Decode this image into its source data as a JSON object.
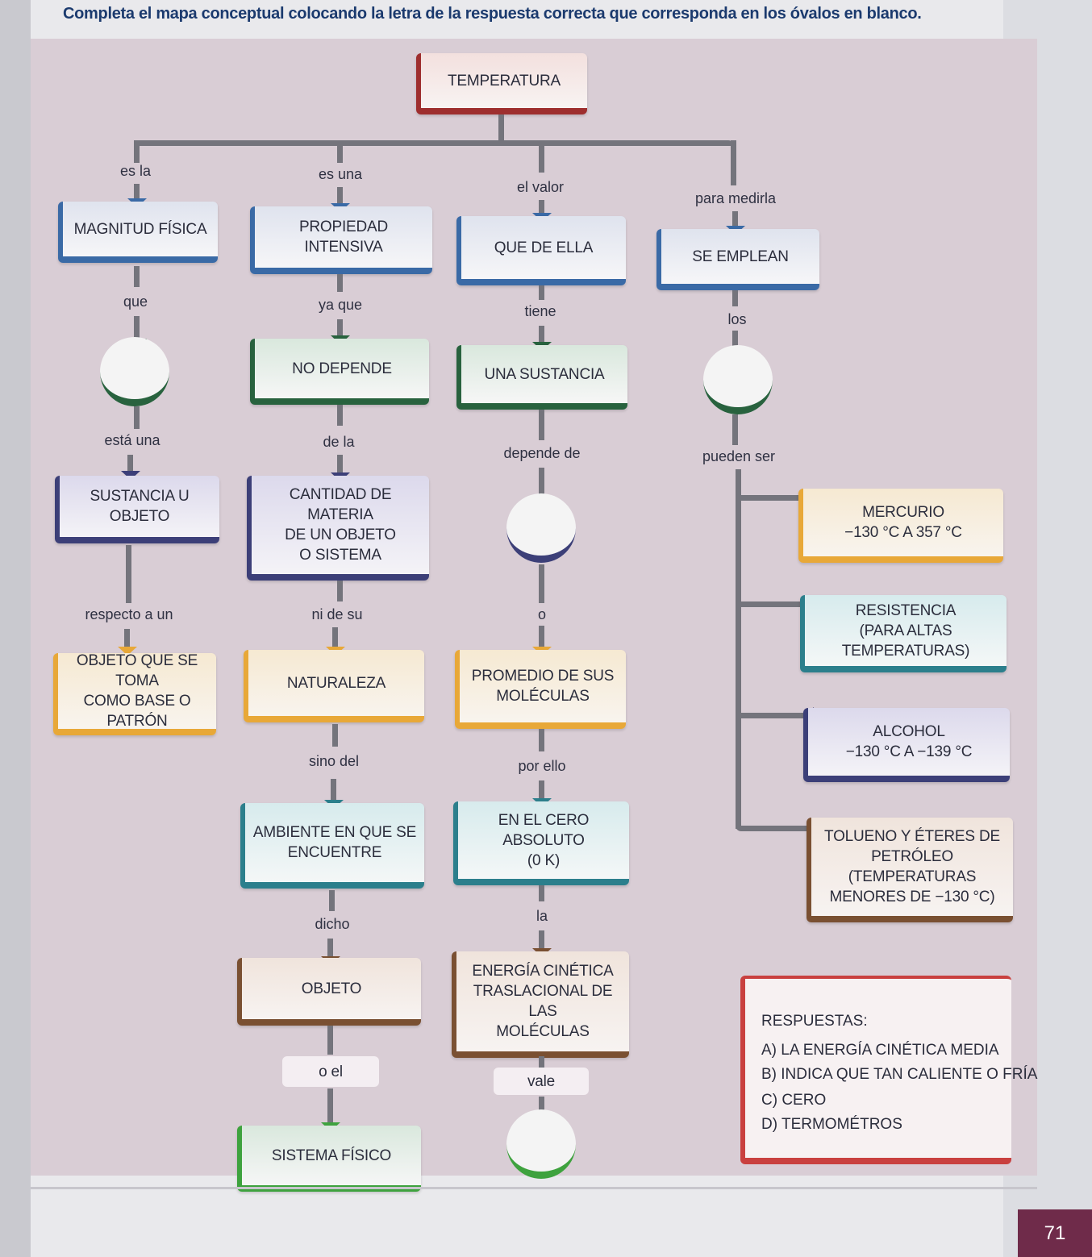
{
  "instruction": "Completa el mapa conceptual colocando la letra de la respuesta correcta que corresponda en los óvalos en blanco.",
  "root": "TEMPERATURA",
  "col1": {
    "link1": "es la",
    "box1": "MAGNITUD FÍSICA",
    "link2": "que",
    "link3": "está una",
    "box2": "SUSTANCIA U OBJETO",
    "link4": "respecto a un",
    "box3": "OBJETO QUE SE TOMA\nCOMO BASE O PATRÓN"
  },
  "col2": {
    "link1": "es una",
    "box1": "PROPIEDAD INTENSIVA",
    "link2": "ya que",
    "box2": "NO DEPENDE",
    "link3": "de la",
    "box3": "CANTIDAD DE MATERIA\nDE UN OBJETO\nO SISTEMA",
    "link4": "ni de su",
    "box4": "NATURALEZA",
    "link5": "sino del",
    "box5": "AMBIENTE EN QUE SE\nENCUENTRE",
    "link6": "dicho",
    "box6": "OBJETO",
    "link7": "o el",
    "box7": "SISTEMA FÍSICO"
  },
  "col3": {
    "link1": "el valor",
    "box1": "QUE DE ELLA",
    "link2": "tiene",
    "box2": "UNA SUSTANCIA",
    "link3": "depende de",
    "link4": "o",
    "box3": "PROMEDIO DE SUS\nMOLÉCULAS",
    "link5": "por ello",
    "box4": "EN EL CERO ABSOLUTO\n(0 K)",
    "link6": "la",
    "box5": "ENERGÍA CINÉTICA\nTRASLACIONAL DE LAS\nMOLÉCULAS",
    "link7": "vale"
  },
  "col4": {
    "link1": "para medirla",
    "box1": "SE EMPLEAN",
    "link2": "los",
    "link3": "pueden ser",
    "items": [
      "MERCURIO\n−130 °C A 357 °C",
      "RESISTENCIA\n(PARA ALTAS TEMPERATURAS)",
      "ALCOHOL\n−130 °C A −139 °C",
      "TOLUENO Y ÉTERES DE\nPETRÓLEO (TEMPERATURAS\nMENORES DE −130 °C)"
    ]
  },
  "answers": {
    "title": "RESPUESTAS:",
    "items": [
      "A) LA ENERGÍA CINÉTICA MEDIA",
      "B) INDICA QUE TAN CALIENTE O FRÍA",
      "C) CERO",
      "D) TERMOMÉTROS"
    ]
  },
  "page_number": "71",
  "colors": {
    "blue": "#3a6aa6",
    "green": "#28623e",
    "indigo": "#3c3f78",
    "orange": "#e8a838",
    "teal": "#2c7f8c",
    "brown": "#7a5032",
    "red": "#9e2e2e",
    "bright_green": "#3ea23e",
    "panel": "#d9cdd5"
  }
}
